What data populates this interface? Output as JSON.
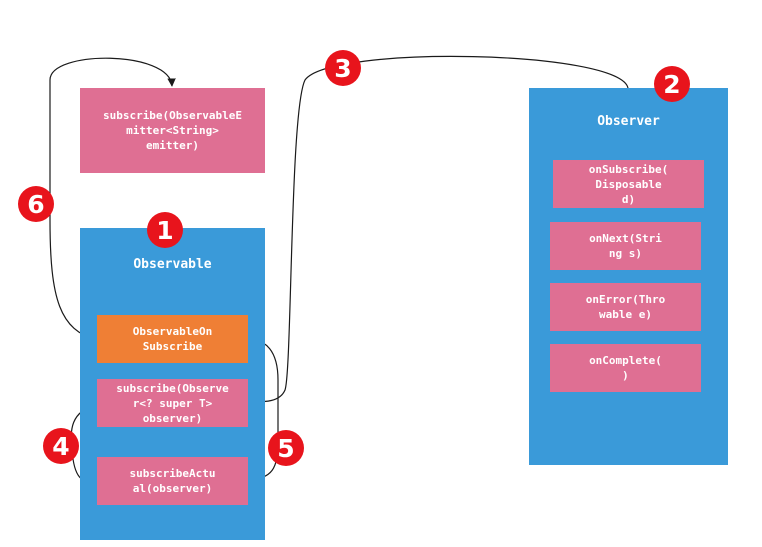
{
  "subscribe_emitter": "subscribe(ObservableE\nmitter<String>\nemitter)",
  "observable": {
    "title": "Observable",
    "on_subscribe": "ObservableOn\nSubscribe",
    "subscribe": "subscribe(Observe\nr<? super T>\nobserver)",
    "subscribe_actual": "subscribeActu\nal(observer)"
  },
  "observer": {
    "title": "Observer",
    "on_subscribe": "onSubscribe(\nDisposable\nd)",
    "on_next": "onNext(Stri\nng s)",
    "on_error": "onError(Thro\nwable e)",
    "on_complete": "onComplete(\n)"
  },
  "steps": [
    "1",
    "2",
    "3",
    "4",
    "5",
    "6"
  ],
  "colors": {
    "panel": "#3a9ad9",
    "method_box": "#df6f93",
    "highlight_box": "#ef7f35",
    "badge": "#e8141c",
    "connector": "#1a1a1a"
  }
}
